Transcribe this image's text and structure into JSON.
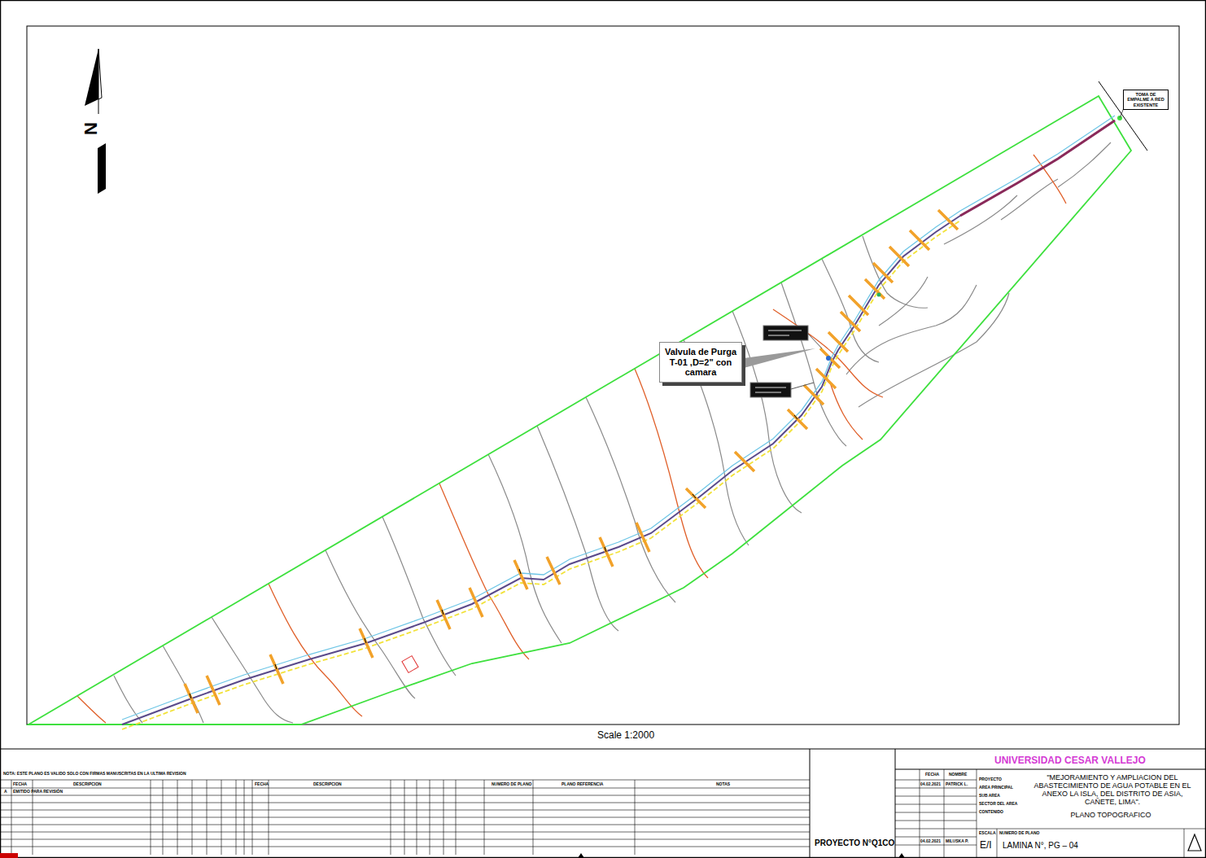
{
  "diagram": {
    "nodes": [
      {
        "text": [
          "Valvula de Purga T-01 ,D=2\" con camara"
        ]
      },
      {
        "text": [
          "TOMA DE EMPALME A RED EXISTENTE"
        ]
      }
    ],
    "labels": [
      "N",
      "Scale 1:2000",
      "NOTA: ESTE PLANO ES VALIDO SOLO CON FIRMAS MANUSCRITAS EN LA ULTIMA REVISION",
      "FECHA",
      "DESCRIPCION",
      "A",
      "EMITIDO PARA REVISIÓN",
      "FECHA",
      "DESCRIPCION",
      "NUMERO DE PLANO",
      "PLANO REFERENCIA",
      "NOTAS",
      "FECHA",
      "NOMBRE",
      "04.02.2021",
      "PATRICK L.",
      "04.02.2021",
      "MILUSKA P.",
      "PROYECTO",
      "AREA PRINCIPAL",
      "SUB AREA",
      "SECTOR DEL AREA",
      "CONTENIDO",
      "UNIVERSIDAD CESAR VALLEJO",
      "\"MEJORAMIENTO Y AMPLIACION DEL ABASTECIMIENTO DE AGUA POTABLE EN EL ANEXO LA ISLA, DEL DISTRITO DE ASIA, CAÑETE, LIMA\".",
      "PLANO TOPOGRAFICO",
      "ESCALA",
      "NUMERO DE PLANO",
      "E/I",
      "LAMINA N°, PG – 04",
      "PROYECTO N°Q1CO"
    ]
  }
}
